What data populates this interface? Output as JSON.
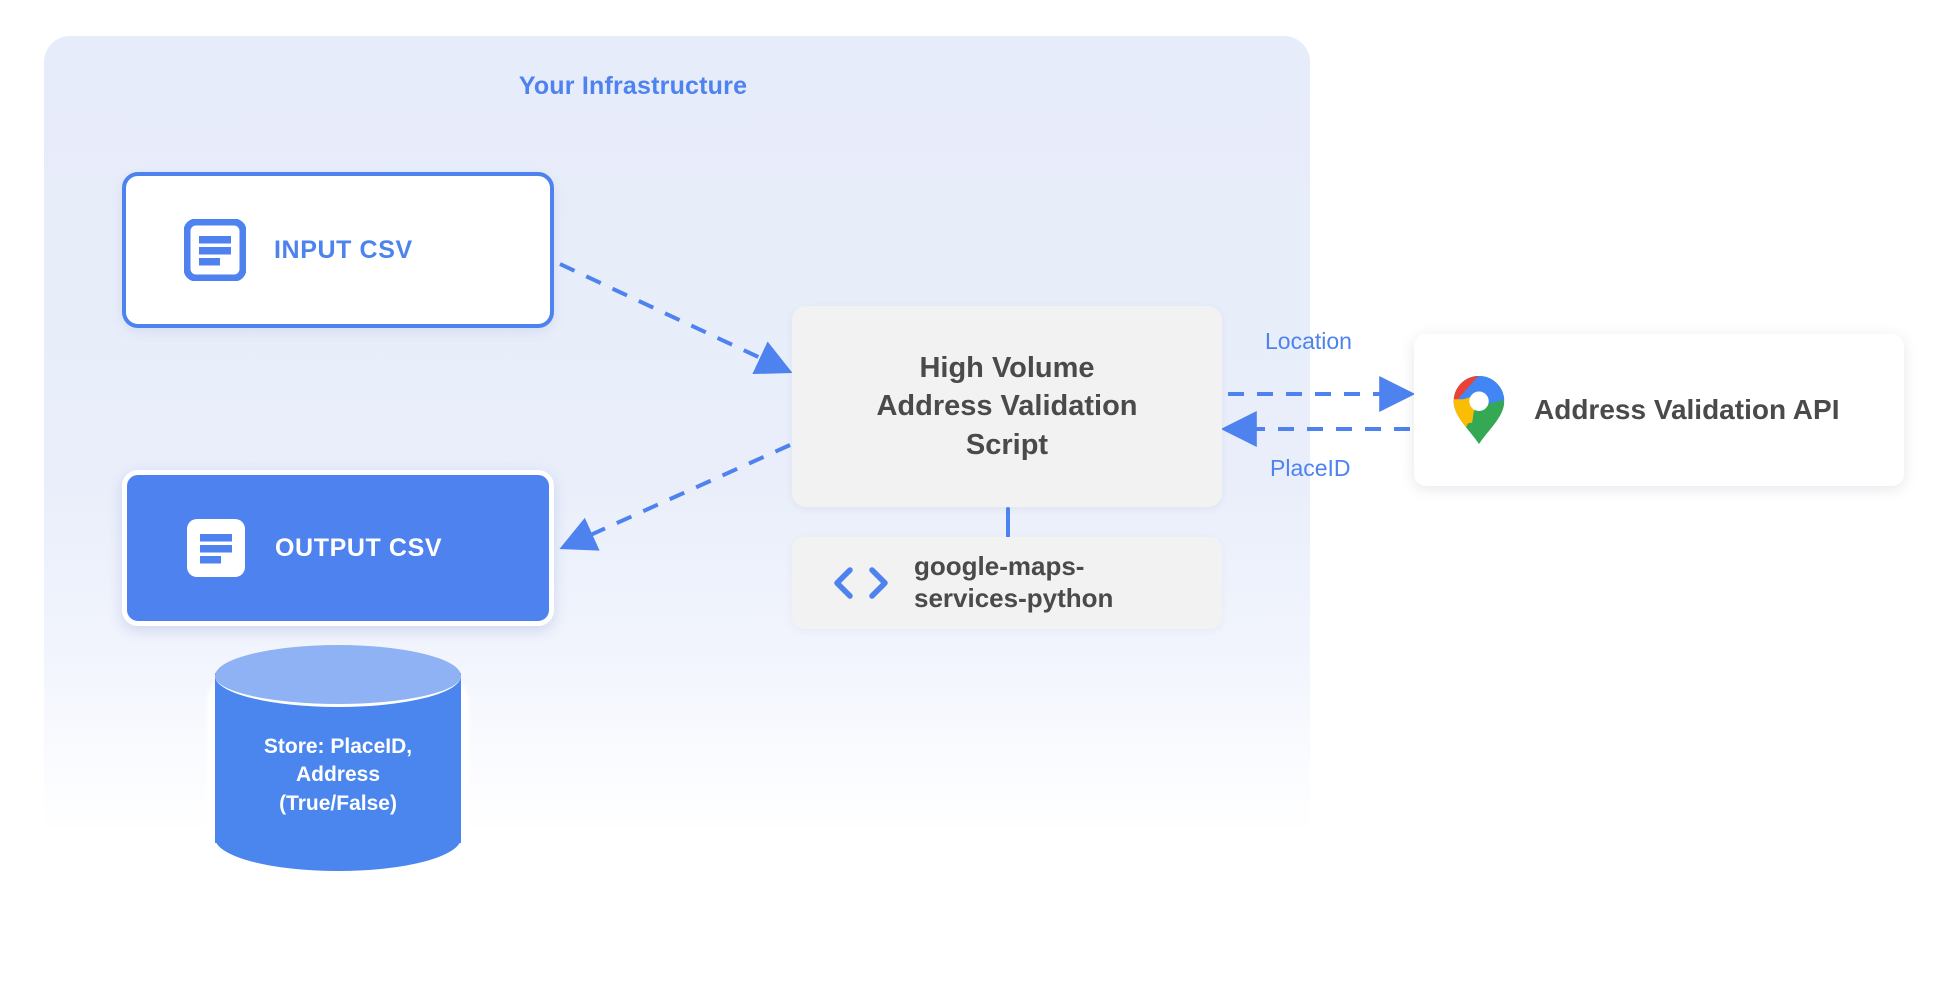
{
  "panel": {
    "title": "Your Infrastructure",
    "bg_color": "#e8edfb",
    "accent_color": "#4d82ef"
  },
  "nodes": {
    "input_csv": {
      "label": "INPUT CSV",
      "icon": "document-icon",
      "border_color": "#4d82ef",
      "fill_color": "#ffffff",
      "text_color": "#4d82ef"
    },
    "output_csv": {
      "label": "OUTPUT CSV",
      "icon": "document-icon",
      "fill_color": "#4d82ef",
      "text_color": "#ffffff"
    },
    "script": {
      "label": "High Volume\nAddress Validation\nScript",
      "fill_color": "#f1f2f1",
      "text_color": "#4a4a4a"
    },
    "library": {
      "label": "google-maps-\nservices-python",
      "icon": "code-brackets-icon",
      "icon_glyph": "‹ ›",
      "fill_color": "#f1f2f1",
      "text_color": "#4a4a4a"
    },
    "api": {
      "label": "Address Validation API",
      "icon": "google-maps-pin-icon",
      "fill_color": "#ffffff",
      "text_color": "#4a4a4a"
    },
    "datastore": {
      "label": "Store: PlaceID,\nAddress\n(True/False)",
      "fill_color": "#4b86ef",
      "top_color": "#8eb2f4",
      "text_color": "#ffffff"
    }
  },
  "edges": {
    "location": {
      "label": "Location",
      "direction": "right",
      "style": "dashed",
      "color": "#4d82ef"
    },
    "placeid": {
      "label": "PlaceID",
      "direction": "left",
      "style": "dashed",
      "color": "#4d82ef"
    },
    "input_to_script": {
      "label": "",
      "style": "dashed",
      "color": "#4d82ef"
    },
    "script_to_output": {
      "label": "",
      "style": "dashed",
      "color": "#4d82ef"
    },
    "script_to_library": {
      "label": "",
      "style": "solid",
      "color": "#4d82ef"
    }
  }
}
